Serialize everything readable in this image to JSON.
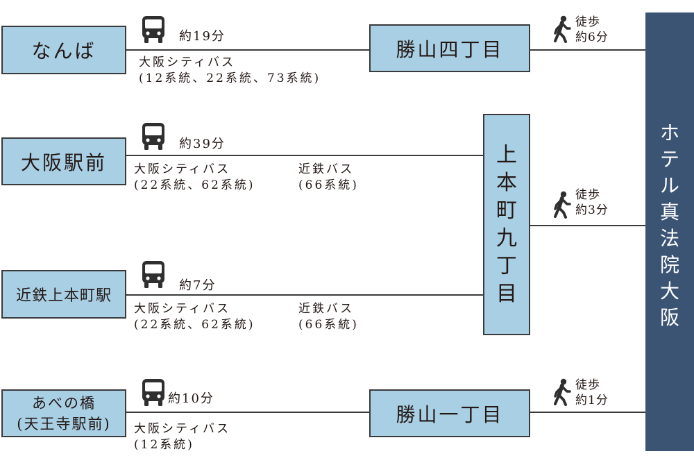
{
  "origins": {
    "namba": "なんば",
    "osaka_ekimae": "大阪駅前",
    "kintetsu_uehonmachi": "近鉄上本町駅",
    "abenobashi_line1": "あべの橋",
    "abenobashi_line2": "(天王寺駅前)"
  },
  "stops": {
    "katsuyama_4": "勝山四丁目",
    "uehonmachi_9": [
      "上",
      "本",
      "町",
      "九",
      "丁",
      "目"
    ],
    "katsuyama_1": "勝山一丁目"
  },
  "hotel": [
    "ホ",
    "テ",
    "ル",
    "真",
    "法",
    "院",
    "大",
    "阪"
  ],
  "routes": {
    "namba": {
      "time": "約19分",
      "operator": "大阪シティバス",
      "lines": "(12系統、22系統、73系統)"
    },
    "osaka_ekimae": {
      "time": "約39分",
      "operator": "大阪シティバス",
      "lines": "(22系統、62系統)",
      "operator2": "近鉄バス",
      "lines2": "(66系統)"
    },
    "kintetsu_uehonmachi": {
      "time": "約7分",
      "operator": "大阪シティバス",
      "lines": "(22系統、62系統)",
      "operator2": "近鉄バス",
      "lines2": "(66系統)"
    },
    "abenobashi": {
      "time": "約10分",
      "operator": "大阪シティバス",
      "lines": "(12系統)"
    }
  },
  "walks": {
    "katsuyama_4": {
      "label": "徒歩",
      "time": "約6分"
    },
    "uehonmachi_9": {
      "label": "徒歩",
      "time": "約3分"
    },
    "katsuyama_1": {
      "label": "徒歩",
      "time": "約1分"
    }
  },
  "icons": {
    "bus": "bus-icon",
    "walk": "pedestrian-icon"
  },
  "colors": {
    "station_fill": "#a9cfe5",
    "hotel_fill": "#3c5474",
    "line": "#3a3a3a",
    "icon": "#2f2f2f"
  }
}
